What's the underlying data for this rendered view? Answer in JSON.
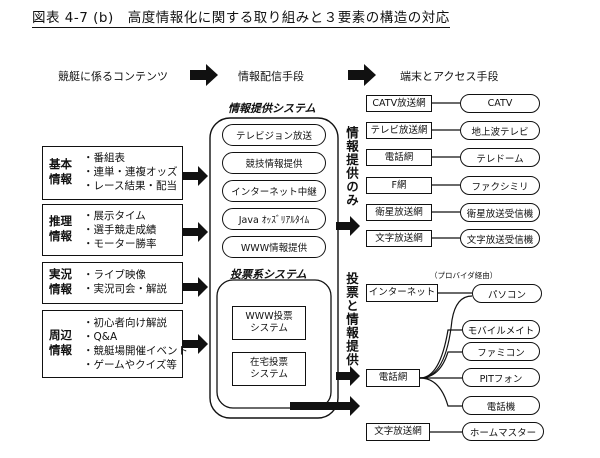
{
  "title": "図表 4-7 (b)　高度情報化に関する取り組みと３要素の構造の対応",
  "headers": {
    "content": "競艇に係るコンテンツ",
    "distribution": "情報配信手段",
    "terminal": "端末とアクセス手段"
  },
  "categories": [
    {
      "label_line1": "基本",
      "label_line2": "情報",
      "items": [
        "・番組表",
        "・連単・連複オッズ",
        "・レース結果・配当"
      ]
    },
    {
      "label_line1": "推理",
      "label_line2": "情報",
      "items": [
        "・展示タイム",
        "・選手競走成績",
        "・モーター勝率"
      ]
    },
    {
      "label_line1": "実況",
      "label_line2": "情報",
      "items": [
        "・ライブ映像",
        "・実況司会・解説"
      ]
    },
    {
      "label_line1": "周辺",
      "label_line2": "情報",
      "items": [
        "・初心者向け解説",
        "・Q&A",
        "・競艇場開催イベント",
        "・ゲームやクイズ等"
      ]
    }
  ],
  "info_system": {
    "title": "情報提供システム",
    "items": [
      "テレビジョン放送",
      "競技情報提供",
      "インターネット中継",
      "Java ｵｯｽﾞﾘｱﾙﾀｲﾑ",
      "WWW情報提供"
    ]
  },
  "vote_system": {
    "title": "投票系システム",
    "items": [
      "WWW投票\nシステム",
      "在宅投票\nシステム"
    ]
  },
  "vertical_labels": {
    "info_only": "情報提供のみ",
    "vote_and_info": "投票と情報提供"
  },
  "info_only_rows": [
    {
      "network": "CATV放送網",
      "terminal": "CATV"
    },
    {
      "network": "テレビ放送網",
      "terminal": "地上波テレビ"
    },
    {
      "network": "電話網",
      "terminal": "テレドーム"
    },
    {
      "network": "F網",
      "terminal": "ファクシミリ"
    },
    {
      "network": "衛星放送網",
      "terminal": "衛星放送受信機"
    },
    {
      "network": "文字放送網",
      "terminal": "文字放送受信機"
    }
  ],
  "vote_section": {
    "provider_note": "（プロバイダ経由）",
    "internet": "インターネット",
    "pc": "パソコン",
    "phone_net": "電話網",
    "text_net": "文字放送網",
    "phone_terminals": [
      "モバイルメイト",
      "ファミコン",
      "PITフォン",
      "電話機"
    ],
    "home_master": "ホームマスター"
  }
}
